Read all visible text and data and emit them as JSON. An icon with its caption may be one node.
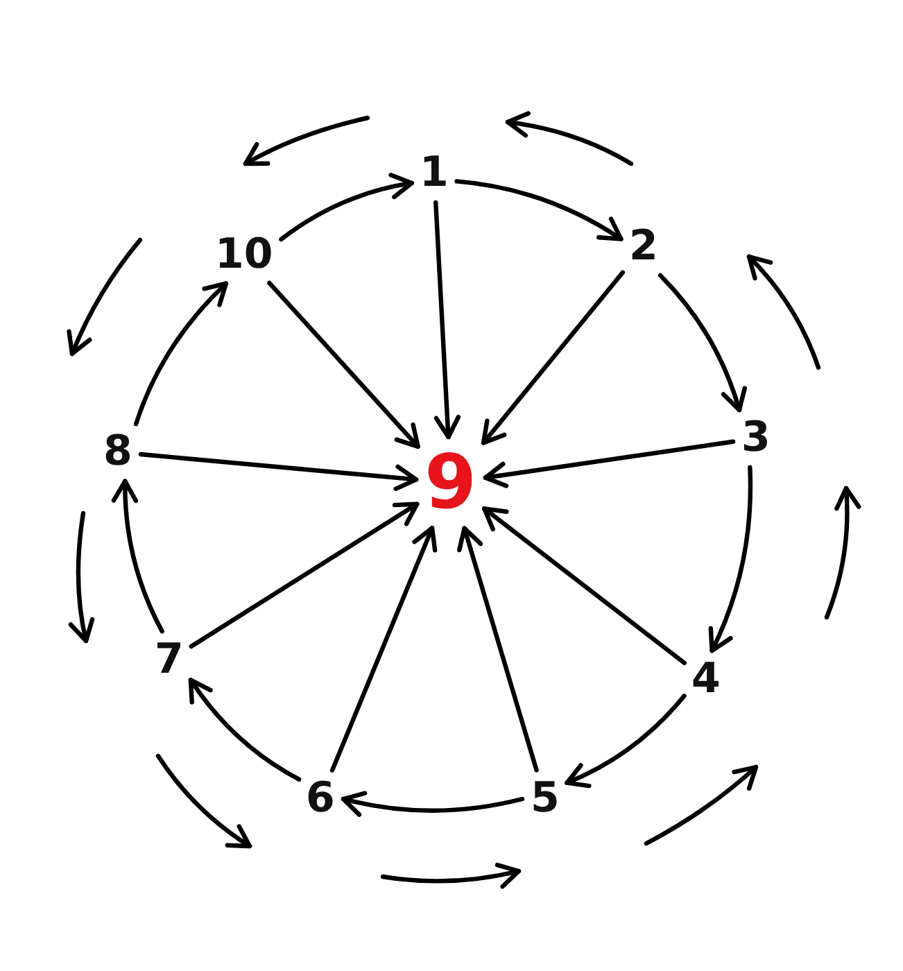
{
  "diagram": {
    "nodes": [
      {
        "text": [
          "1"
        ]
      },
      {
        "text": [
          "2"
        ]
      },
      {
        "text": [
          "3"
        ]
      },
      {
        "text": [
          "4"
        ]
      },
      {
        "text": [
          "5"
        ]
      },
      {
        "text": [
          "6"
        ]
      },
      {
        "text": [
          "7"
        ]
      },
      {
        "text": [
          "8"
        ]
      },
      {
        "text": [
          "9"
        ]
      },
      {
        "text": [
          "10"
        ]
      }
    ],
    "edges": [
      {
        "from": 0,
        "to": 1,
        "arrow": "to"
      },
      {
        "from": 1,
        "to": 2,
        "arrow": "to"
      },
      {
        "from": 2,
        "to": 3,
        "arrow": "to"
      },
      {
        "from": 3,
        "to": 4,
        "arrow": "to"
      },
      {
        "from": 4,
        "to": 5,
        "arrow": "to"
      },
      {
        "from": 5,
        "to": 6,
        "arrow": "to"
      },
      {
        "from": 6,
        "to": 7,
        "arrow": "to"
      },
      {
        "from": 7,
        "to": 9,
        "arrow": "to"
      },
      {
        "from": 9,
        "to": 0,
        "arrow": "to"
      },
      {
        "from": 0,
        "to": 8,
        "arrow": "to"
      },
      {
        "from": 1,
        "to": 8,
        "arrow": "to"
      },
      {
        "from": 2,
        "to": 8,
        "arrow": "to"
      },
      {
        "from": 3,
        "to": 8,
        "arrow": "to"
      },
      {
        "from": 4,
        "to": 8,
        "arrow": "to"
      },
      {
        "from": 5,
        "to": 8,
        "arrow": "to"
      },
      {
        "from": 6,
        "to": 8,
        "arrow": "to"
      },
      {
        "from": 7,
        "to": 8,
        "arrow": "to"
      },
      {
        "from": 9,
        "to": 8,
        "arrow": "to"
      }
    ]
  }
}
